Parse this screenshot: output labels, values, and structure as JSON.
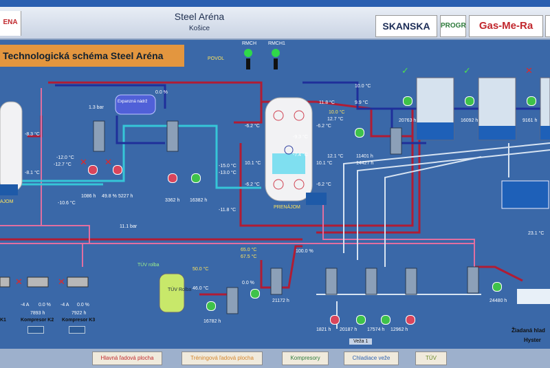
{
  "header": {
    "logo_left": "ENA",
    "title": "Steel Aréna",
    "subtitle": "Košice",
    "logos": [
      "SKANSKA",
      "PROGR",
      "Gas-Me-Ra"
    ]
  },
  "screen_title": "Technologická schéma Steel Aréna",
  "switches": {
    "rmch": "RMCH",
    "rmch1": "RMCH1",
    "povol": "POVOL"
  },
  "tanks": {
    "expanzna": "Expanzná nádrž",
    "tuv_label": "TÚV\nRolba",
    "prenajom": "PRENÁJOM",
    "prenajom_left": "AJOM"
  },
  "labels": {
    "p1_3bar": "1.3 bar",
    "pct0": "0.0 %",
    "t_m8_3": "-8.3 °C",
    "t_m8_1": "-8.1 °C",
    "t_m12_0": "-12.0 °C",
    "t_m12_7": "-12.7 °C",
    "t_m10_6": "-10.6 °C",
    "h1086": "1086 h",
    "pct49_8": "49.8 %",
    "h5227": "5227 h",
    "t_m15_0": "-15.0 °C",
    "t_m13_0": "-13.0 °C",
    "h3362": "3362 h",
    "h16382": "16382 h",
    "t_m11_8": "-11.8 °C",
    "t_11_8": "11.8 °C",
    "t_m6_2a": "-6.2 °C",
    "t_m6_2b": "-6.2 °C",
    "t_m6_2c": "-6.2 °C",
    "t_m6_2d": "-6.2 °C",
    "t_m9_3": "-9.3 °C",
    "t_m7_4": "-7.4 °C",
    "t_10_1a": "10.1 °C",
    "t_10_1b": "10.1 °C",
    "t_10_0": "10.0 °C",
    "t_9_9": "9.9 °C",
    "t_10_0b": "10.0 °C",
    "t_12_7": "12.7 °C",
    "t_12_1": "12.1 °C",
    "h11401": "11401 h",
    "h14427": "14427 h",
    "h20763": "20763 h",
    "h16092": "16092 h",
    "h9161": "9161 h",
    "t_23_1": "23.1 °C",
    "p11_1bar": "11.1 bar",
    "t_65_0": "65.0 °C",
    "t_67_5": "67.5 °C",
    "pct100": "100.0 %",
    "t_50_0": "50.0 °C",
    "t_46_0": "46.0 °C",
    "pct0b": "0.0 %",
    "h21172": "21172 h",
    "h16782": "16782 h",
    "h1821": "1821 h",
    "h20187": "20187 h",
    "h17574": "17574 h",
    "h12962": "12962 h",
    "h24480": "24480 h",
    "h7893": "7893 h",
    "h7922": "7922 h",
    "a_m4a": "-4 A",
    "a_m4b": "-4 A",
    "pct0c": "0.0 %",
    "pct0d": "0.0 %",
    "komp_k1": "K1",
    "komp_k2": "Kompresor K2",
    "komp_k3": "Kompresor K3",
    "veza": "Veža 1",
    "ziadana": "Žiadaná hlad",
    "hyster": "Hyster",
    "rolba": "Rolba",
    "tuv_top": "TÚV rolba"
  },
  "nav": {
    "hlavna": "Hlavná ľadová plocha",
    "treningova": "Tréningová ľadová plocha",
    "kompresory": "Kompresory",
    "chladiace": "Chladiace veže",
    "tuv": "TÚV"
  },
  "colors": {
    "background": "#3a68a8",
    "pipe_red": "#b01c34",
    "pipe_pink": "#e26fa0",
    "pipe_cyan": "#36c6d8",
    "pipe_blue": "#1f2f9a",
    "pipe_white": "#d8e4f2",
    "title_box": "#e3963f"
  }
}
